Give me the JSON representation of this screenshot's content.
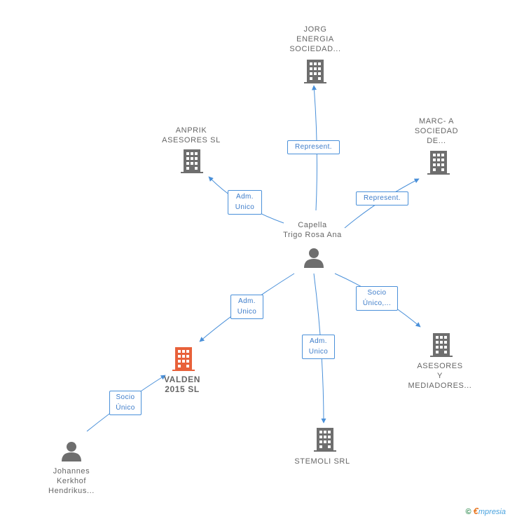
{
  "colors": {
    "edge": "#4a90d9",
    "building": "#6e6e6e",
    "building_highlight": "#e8613a",
    "person": "#6e6e6e"
  },
  "nodes": {
    "jorg": {
      "label": "JORG\nENERGIA\nSOCIEDAD...",
      "icon": "building-icon"
    },
    "anprik": {
      "label": "ANPRIK\nASESORES  SL",
      "icon": "building-icon"
    },
    "marc": {
      "label": "MARC- A\nSOCIEDAD\nDE...",
      "icon": "building-icon"
    },
    "capella": {
      "label": "Capella\nTrigo Rosa Ana",
      "icon": "person-icon"
    },
    "valden": {
      "label": "VALDEN\n2015  SL",
      "icon": "building-icon"
    },
    "asesores": {
      "label": "ASESORES\nY\nMEDIADORES...",
      "icon": "building-icon"
    },
    "stemoli": {
      "label": "STEMOLI SRL",
      "icon": "building-icon"
    },
    "johannes": {
      "label": "Johannes\nKerkhof\nHendrikus...",
      "icon": "person-icon"
    }
  },
  "edges": {
    "capella_jorg": "Represent.",
    "capella_anprik": "Adm.\nUnico",
    "capella_marc": "Represent.",
    "capella_valden": "Adm.\nUnico",
    "capella_stemoli": "Adm.\nUnico",
    "capella_asesores": "Socio\nÚnico,...",
    "johannes_valden": "Socio\nÚnico"
  },
  "footer": {
    "copyright": "©",
    "brand_e": "€",
    "brand_rest": "mpresia"
  }
}
